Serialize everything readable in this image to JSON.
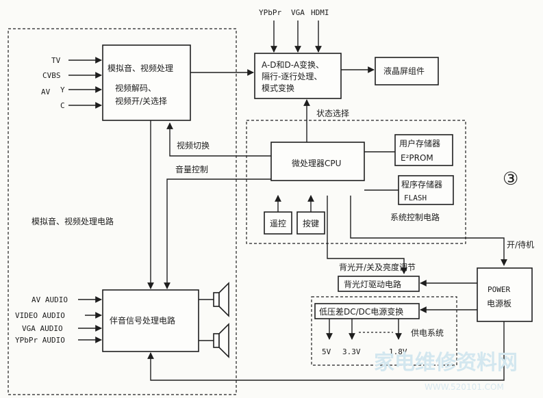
{
  "top_inputs": [
    "YPbPr",
    "VGA",
    "HDMI"
  ],
  "left_inputs": [
    "TV",
    "CVBS",
    "AV",
    "Y",
    "C"
  ],
  "audio_inputs": [
    "AV AUDIO",
    "VIDEO AUDIO",
    "VGA AUDIO",
    "YPbPr AUDIO"
  ],
  "blocks": {
    "av_proc": [
      "模拟音、视频处理",
      "视频解码、",
      "视频开/关选择"
    ],
    "ad_da": [
      "A-D和D-A变换、",
      "隔行-逐行处理、",
      "模式变换"
    ],
    "lcd": "液晶屏组件",
    "cpu": "微处理器CPU",
    "user_mem": [
      "用户存储器",
      "E²PROM"
    ],
    "prog_mem": [
      "程序存储器",
      "FLASH"
    ],
    "remote": "遥控",
    "keys": "按键",
    "audio_proc": "伴音信号处理电路",
    "backlight": "背光灯驱动电路",
    "dcdc": "低压差DC/DC电源变换",
    "power": [
      "POWER",
      "电源板"
    ]
  },
  "labels": {
    "status_select": "状态选择",
    "video_switch": "视频切换",
    "volume_ctrl": "音量控制",
    "av_circuit": "模拟音、视频处理电路",
    "sys_ctrl": "系统控制电路",
    "on_standby": "开/待机",
    "backlight_ctrl": "背光开/关及亮度调节",
    "power_system": "供电系统",
    "circled_number": "③"
  },
  "voltages": [
    "5V",
    "3.3V",
    "1.8V"
  ],
  "watermark": {
    "main": "家电维修资料网",
    "sub": "WWW.520101.COM"
  }
}
